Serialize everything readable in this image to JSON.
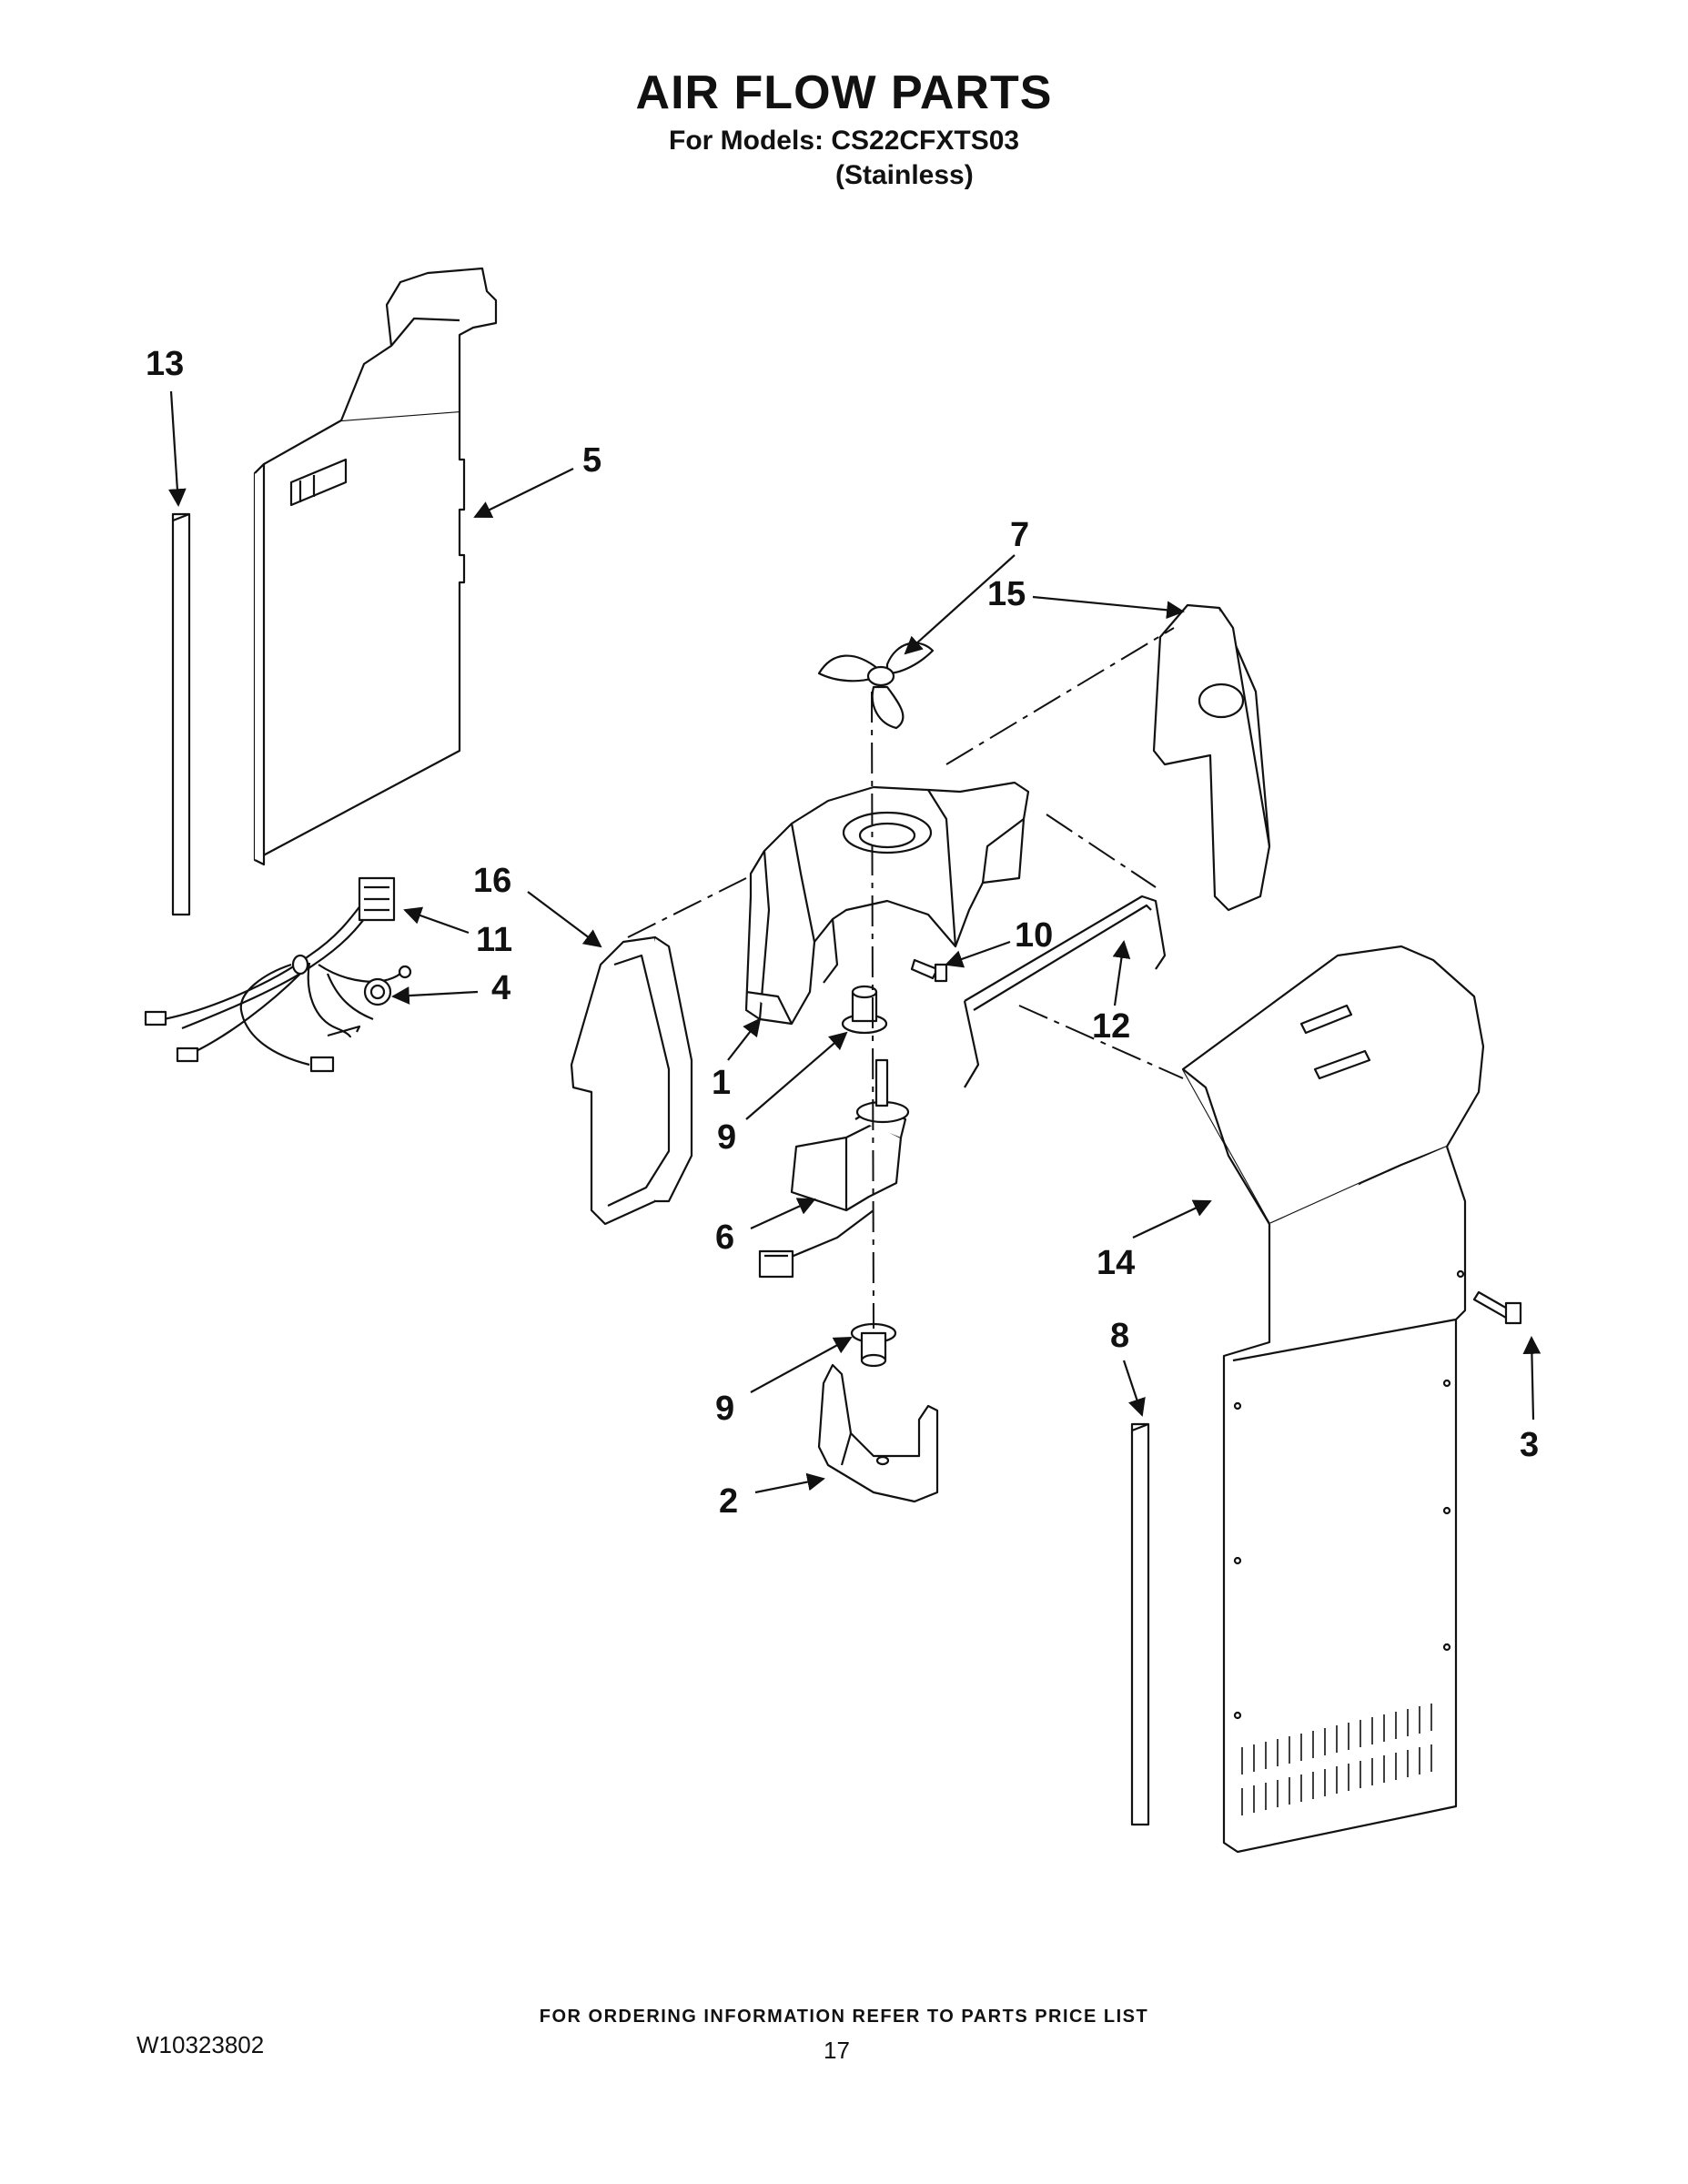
{
  "header": {
    "title": "AIR FLOW PARTS",
    "models_line": "For Models: CS22CFXTS03",
    "finish_line": "(Stainless)"
  },
  "callouts": {
    "c1": "1",
    "c2": "2",
    "c3": "3",
    "c4": "4",
    "c5": "5",
    "c6": "6",
    "c7": "7",
    "c8": "8",
    "c9a": "9",
    "c9b": "9",
    "c10": "10",
    "c11": "11",
    "c12": "12",
    "c13": "13",
    "c14": "14",
    "c15": "15",
    "c16": "16"
  },
  "footer": {
    "ordering_note": "FOR ORDERING INFORMATION REFER TO PARTS PRICE LIST",
    "document_number": "W10323802",
    "page_number": "17"
  }
}
